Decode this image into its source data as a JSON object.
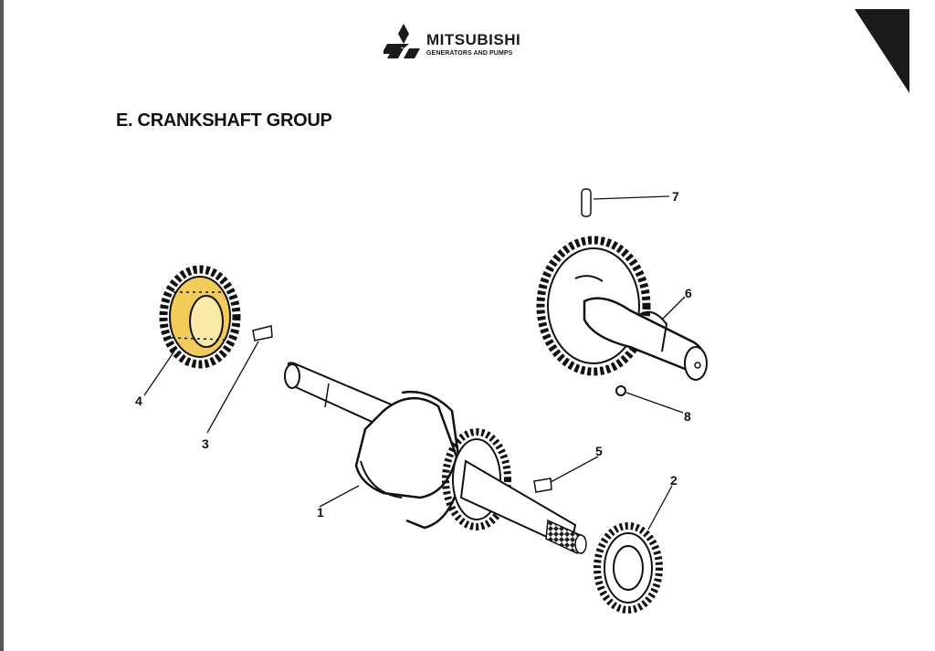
{
  "brand": {
    "name": "MITSUBISHI",
    "subtitle": "GENERATORS AND PUMPS"
  },
  "section_title": "E.  CRANKSHAFT GROUP",
  "callouts": [
    "1",
    "2",
    "3",
    "4",
    "5",
    "6",
    "7",
    "8"
  ],
  "colors": {
    "ink": "#1a1a1a",
    "highlight": "#f5d061"
  },
  "icons": [
    "mitsubishi-diamonds-icon"
  ]
}
